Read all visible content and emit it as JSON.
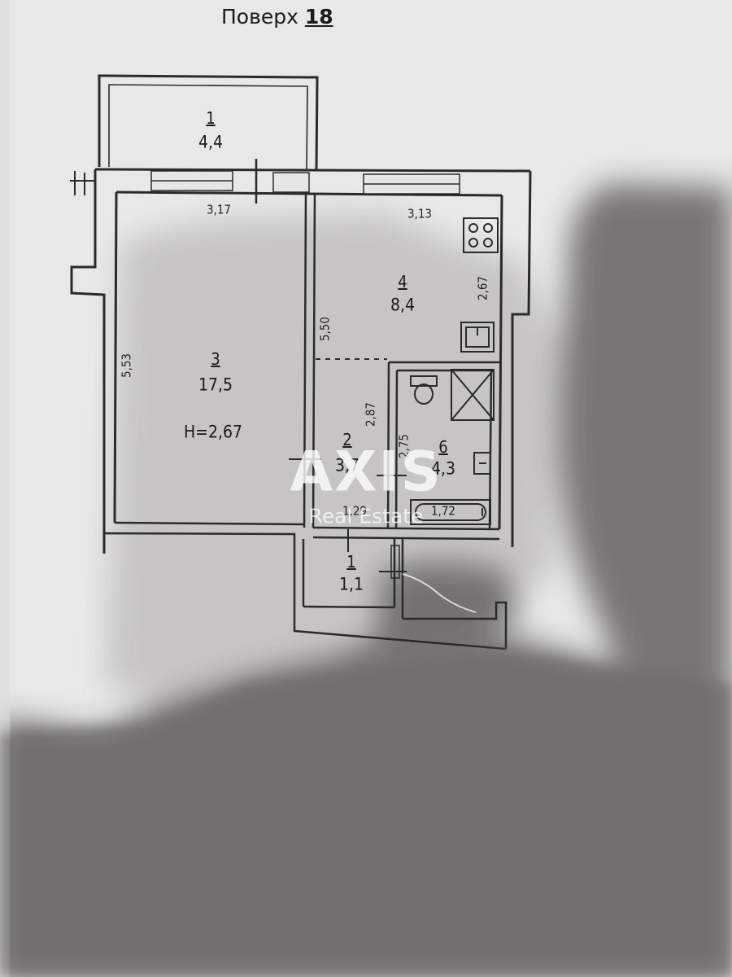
{
  "floor": {
    "label": "Поверх",
    "number": "18"
  },
  "rooms": [
    {
      "id": "balcony",
      "number": "1",
      "area": "4,4"
    },
    {
      "id": "living",
      "number": "3",
      "area": "17,5",
      "ceiling": "H=2,67"
    },
    {
      "id": "kitchen",
      "number": "4",
      "area": "8,4"
    },
    {
      "id": "hall",
      "number": "2",
      "area": "3,7"
    },
    {
      "id": "bathroom",
      "number": "6",
      "area": "4,3"
    },
    {
      "id": "closet",
      "number": "1",
      "area": "1,1"
    }
  ],
  "dimensions": {
    "living_width": "3,17",
    "living_length": "5,53",
    "kitchen_width": "3,13",
    "kitchen_length": "2,67",
    "corridor_length": "5,50",
    "hall_length": "2,87",
    "bath_length": "2,75",
    "hall_width": "1,29",
    "bath_width": "1,72"
  },
  "watermark": {
    "brand": "AXIS",
    "tagline": "Real Estate"
  },
  "colors": {
    "paper": "#e9e9e7",
    "wall": "#2a2a2a",
    "shadow": "#6f6e6c"
  }
}
